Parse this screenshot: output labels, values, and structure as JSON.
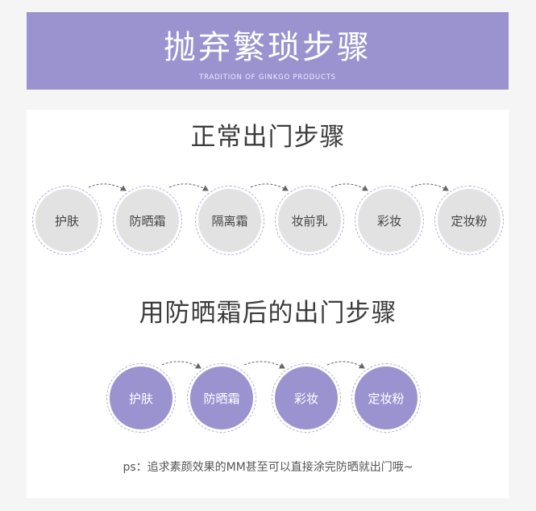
{
  "banner": {
    "title": "抛弃繁琐步骤",
    "subtitle": "TRADITION OF GINKGO PRODUCTS"
  },
  "sections": [
    {
      "title": "正常出门步骤",
      "steps": [
        "护肤",
        "防晒霜",
        "隔离霜",
        "妆前乳",
        "彩妆",
        "定妆粉"
      ]
    },
    {
      "title": "用防晒霜后的出门步骤",
      "steps": [
        "护肤",
        "防晒霜",
        "彩妆",
        "定妆粉"
      ]
    }
  ],
  "note": "ps：追求素颜效果的MM甚至可以直接涂完防晒就出门哦~",
  "colors": {
    "accent": "#9b93d0",
    "step_grey": "#e2e2e2",
    "dash": "#b3acd8"
  }
}
